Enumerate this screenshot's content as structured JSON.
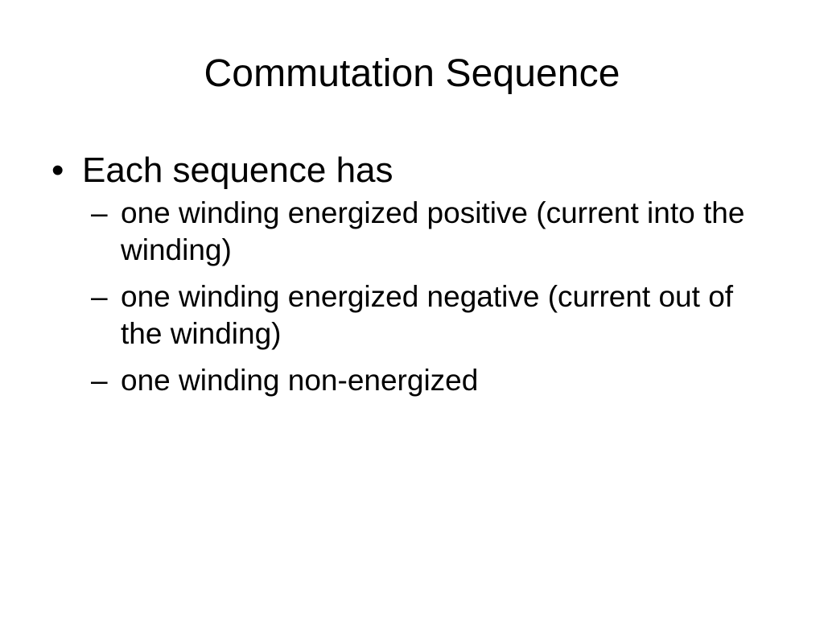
{
  "slide": {
    "title": "Commutation Sequence",
    "background_color": "#ffffff",
    "text_color": "#000000",
    "bullets": [
      {
        "marker": "•",
        "text": "Each sequence has",
        "level": 1,
        "children": [
          {
            "marker": "–",
            "text": "one winding energized positive (current into the winding)",
            "level": 2
          },
          {
            "marker": "–",
            "text": "one winding energized negative (current out of the winding)",
            "level": 2
          },
          {
            "marker": "–",
            "text": "one winding non-energized",
            "level": 2
          }
        ]
      }
    ]
  }
}
